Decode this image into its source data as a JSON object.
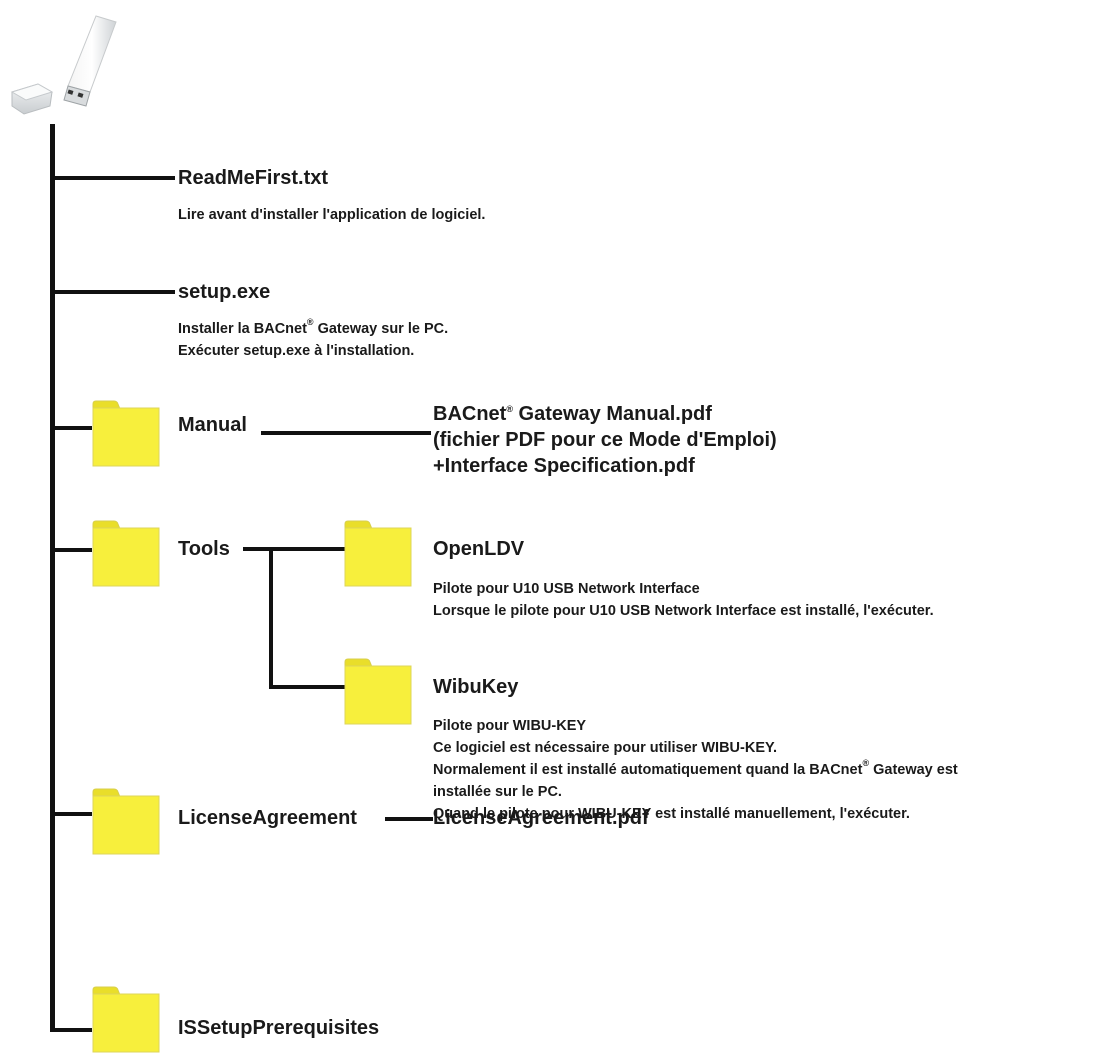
{
  "readme": {
    "name": "ReadMeFirst.txt",
    "desc": "Lire avant d'installer l'application de logiciel."
  },
  "setup": {
    "name": "setup.exe",
    "desc_line1_a": "Installer la BACnet",
    "desc_line1_sup": "®",
    "desc_line1_b": " Gateway sur le PC.",
    "desc_line2": "Exécuter setup.exe à l'installation."
  },
  "manual": {
    "folder": "Manual",
    "file1_a": "BACnet",
    "file1_sup": "®",
    "file1_b": " Gateway Manual.pdf",
    "file2": "(fichier PDF pour ce Mode d'Emploi)",
    "file3": "+Interface Specification.pdf"
  },
  "tools": {
    "folder": "Tools",
    "openldv": {
      "folder": "OpenLDV",
      "desc_line1": "Pilote pour U10 USB Network Interface",
      "desc_line2": "Lorsque le pilote pour U10 USB Network Interface est installé, l'exécuter."
    },
    "wibukey": {
      "folder": "WibuKey",
      "desc_line1": "Pilote pour WIBU-KEY",
      "desc_line2": "Ce logiciel est nécessaire pour utiliser WIBU-KEY.",
      "desc_line3_a": "Normalement il est installé automatiquement quand la BACnet",
      "desc_line3_sup": "®",
      "desc_line3_b": " Gateway est",
      "desc_line4": "installée sur le PC.",
      "desc_line5": "Quand le pilote pour WIBU-KEY est installé manuellement, l'exécuter."
    }
  },
  "license": {
    "folder": "LicenseAgreement",
    "file": "LicenseAgreement.pdf"
  },
  "prereq": {
    "folder": "ISSetupPrerequisites"
  },
  "colors": {
    "folder_fill": "#f7ef3c",
    "folder_tab": "#e9de2a",
    "line": "#111111"
  }
}
